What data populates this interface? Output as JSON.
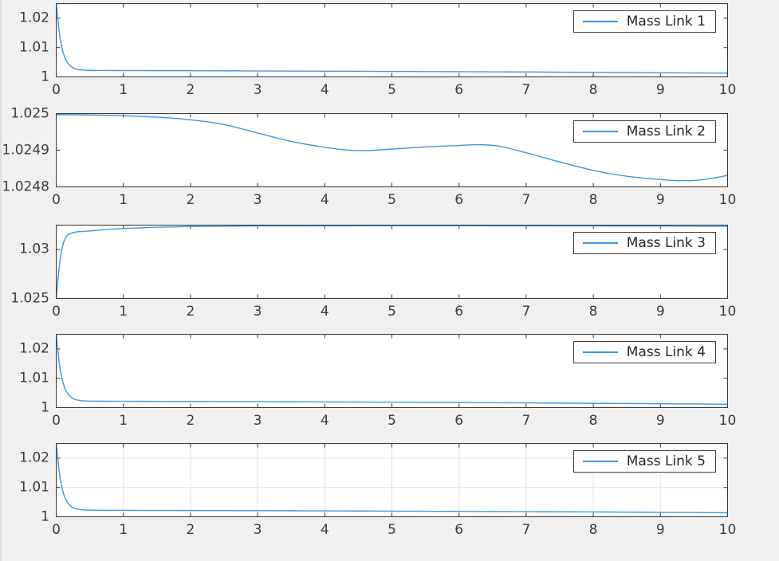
{
  "figure": {
    "background": "#f0f0f0",
    "plot_background": "#ffffff",
    "axis_color": "#3c3c3c",
    "grid_color": "#e2e2e2",
    "line_color": "#3e97e0",
    "tick_label_color": "#3c3c3c"
  },
  "chart_data": [
    {
      "type": "line",
      "legend": "Mass Link 1",
      "legend_position": "top-right",
      "grid": false,
      "xlim": [
        0,
        10
      ],
      "ylim": [
        1,
        1.025
      ],
      "xticks": [
        {
          "value": 0,
          "label": "0"
        },
        {
          "value": 1,
          "label": "1"
        },
        {
          "value": 2,
          "label": "2"
        },
        {
          "value": 3,
          "label": "3"
        },
        {
          "value": 4,
          "label": "4"
        },
        {
          "value": 5,
          "label": "5"
        },
        {
          "value": 6,
          "label": "6"
        },
        {
          "value": 7,
          "label": "7"
        },
        {
          "value": 8,
          "label": "8"
        },
        {
          "value": 9,
          "label": "9"
        },
        {
          "value": 10,
          "label": "10"
        }
      ],
      "yticks": [
        {
          "value": 1,
          "label": "1"
        },
        {
          "value": 1.01,
          "label": "1.01"
        },
        {
          "value": 1.02,
          "label": "1.02"
        }
      ],
      "series": {
        "x": [
          0,
          0.02,
          0.05,
          0.08,
          0.11,
          0.14,
          0.17,
          0.2,
          0.25,
          0.3,
          0.35,
          0.4,
          0.5,
          0.6,
          0.8,
          1,
          1.5,
          2,
          2.5,
          3,
          3.5,
          4,
          4.5,
          5,
          5.5,
          6,
          6.5,
          7,
          7.5,
          8,
          8.5,
          9,
          9.5,
          10
        ],
        "y": [
          1.025,
          1.0206,
          1.0144,
          1.0104,
          1.0078,
          1.006,
          1.0048,
          1.004,
          1.0031,
          1.00265,
          1.00245,
          1.00234,
          1.00224,
          1.0022,
          1.00218,
          1.00217,
          1.00214,
          1.00211,
          1.00207,
          1.00203,
          1.00199,
          1.00195,
          1.00191,
          1.00187,
          1.00182,
          1.00177,
          1.00172,
          1.00167,
          1.00161,
          1.00155,
          1.00148,
          1.00141,
          1.00134,
          1.00127
        ]
      }
    },
    {
      "type": "line",
      "legend": "Mass Link 2",
      "legend_position": "top-right",
      "grid": false,
      "xlim": [
        0,
        10
      ],
      "ylim": [
        1.0248,
        1.025
      ],
      "xticks": [
        {
          "value": 0,
          "label": "0"
        },
        {
          "value": 1,
          "label": "1"
        },
        {
          "value": 2,
          "label": "2"
        },
        {
          "value": 3,
          "label": "3"
        },
        {
          "value": 4,
          "label": "4"
        },
        {
          "value": 5,
          "label": "5"
        },
        {
          "value": 6,
          "label": "6"
        },
        {
          "value": 7,
          "label": "7"
        },
        {
          "value": 8,
          "label": "8"
        },
        {
          "value": 9,
          "label": "9"
        },
        {
          "value": 10,
          "label": "10"
        }
      ],
      "yticks": [
        {
          "value": 1.0248,
          "label": "1.0248"
        },
        {
          "value": 1.0249,
          "label": "1.0249"
        },
        {
          "value": 1.025,
          "label": "1.025"
        }
      ],
      "series": {
        "x": [
          0,
          0.5,
          1,
          1.5,
          2,
          2.5,
          3,
          3.5,
          4,
          4.3,
          4.6,
          5,
          5.5,
          6,
          6.3,
          6.6,
          7,
          7.5,
          8,
          8.5,
          9,
          9.3,
          9.6,
          10
        ],
        "y": [
          1.024997,
          1.024996,
          1.024994,
          1.02499,
          1.024983,
          1.02497,
          1.024947,
          1.024924,
          1.024908,
          1.024901,
          1.024899,
          1.024903,
          1.024909,
          1.024913,
          1.024915,
          1.024911,
          1.024893,
          1.024868,
          1.024845,
          1.024829,
          1.02482,
          1.024817,
          1.024819,
          1.024831
        ]
      }
    },
    {
      "type": "line",
      "legend": "Mass Link 3",
      "legend_position": "top-right",
      "grid": false,
      "xlim": [
        0,
        10
      ],
      "ylim": [
        1.025,
        1.0325
      ],
      "xticks": [
        {
          "value": 0,
          "label": "0"
        },
        {
          "value": 1,
          "label": "1"
        },
        {
          "value": 2,
          "label": "2"
        },
        {
          "value": 3,
          "label": "3"
        },
        {
          "value": 4,
          "label": "4"
        },
        {
          "value": 5,
          "label": "5"
        },
        {
          "value": 6,
          "label": "6"
        },
        {
          "value": 7,
          "label": "7"
        },
        {
          "value": 8,
          "label": "8"
        },
        {
          "value": 9,
          "label": "9"
        },
        {
          "value": 10,
          "label": "10"
        }
      ],
      "yticks": [
        {
          "value": 1.025,
          "label": "1.025"
        },
        {
          "value": 1.03,
          "label": "1.03"
        }
      ],
      "series": {
        "x": [
          0,
          0.05,
          0.1,
          0.15,
          0.2,
          0.3,
          0.4,
          0.5,
          0.75,
          1,
          1.5,
          2,
          2.5,
          3,
          4,
          5,
          6,
          7,
          8,
          9,
          10
        ],
        "y": [
          1.025,
          1.0285,
          1.0305,
          1.0313,
          1.0316,
          1.0318,
          1.03185,
          1.0319,
          1.03205,
          1.03215,
          1.03228,
          1.03235,
          1.03239,
          1.03241,
          1.03242,
          1.03243,
          1.03243,
          1.03242,
          1.03241,
          1.0324,
          1.03238
        ]
      }
    },
    {
      "type": "line",
      "legend": "Mass Link 4",
      "legend_position": "top-right",
      "grid": false,
      "xlim": [
        0,
        10
      ],
      "ylim": [
        1,
        1.025
      ],
      "xticks": [
        {
          "value": 0,
          "label": "0"
        },
        {
          "value": 1,
          "label": "1"
        },
        {
          "value": 2,
          "label": "2"
        },
        {
          "value": 3,
          "label": "3"
        },
        {
          "value": 4,
          "label": "4"
        },
        {
          "value": 5,
          "label": "5"
        },
        {
          "value": 6,
          "label": "6"
        },
        {
          "value": 7,
          "label": "7"
        },
        {
          "value": 8,
          "label": "8"
        },
        {
          "value": 9,
          "label": "9"
        },
        {
          "value": 10,
          "label": "10"
        }
      ],
      "yticks": [
        {
          "value": 1,
          "label": "1"
        },
        {
          "value": 1.01,
          "label": "1.01"
        },
        {
          "value": 1.02,
          "label": "1.02"
        }
      ],
      "series": {
        "x": [
          0,
          0.02,
          0.05,
          0.08,
          0.11,
          0.14,
          0.17,
          0.2,
          0.25,
          0.3,
          0.35,
          0.4,
          0.5,
          0.6,
          0.8,
          1,
          1.5,
          2,
          2.5,
          3,
          3.5,
          4,
          4.5,
          5,
          5.5,
          6,
          6.5,
          7,
          7.5,
          8,
          8.5,
          9,
          9.5,
          10
        ],
        "y": [
          1.025,
          1.0206,
          1.0144,
          1.0104,
          1.0078,
          1.006,
          1.0048,
          1.004,
          1.0031,
          1.00265,
          1.00245,
          1.00233,
          1.00223,
          1.00219,
          1.00217,
          1.00216,
          1.00213,
          1.0021,
          1.00206,
          1.00202,
          1.00197,
          1.00193,
          1.00189,
          1.00184,
          1.00179,
          1.00173,
          1.00167,
          1.0016,
          1.00153,
          1.00146,
          1.00139,
          1.00131,
          1.00123,
          1.00115
        ]
      }
    },
    {
      "type": "line",
      "legend": "Mass Link 5",
      "legend_position": "top-right",
      "grid": true,
      "xlim": [
        0,
        10
      ],
      "ylim": [
        1,
        1.025
      ],
      "xticks": [
        {
          "value": 0,
          "label": "0"
        },
        {
          "value": 1,
          "label": "1"
        },
        {
          "value": 2,
          "label": "2"
        },
        {
          "value": 3,
          "label": "3"
        },
        {
          "value": 4,
          "label": "4"
        },
        {
          "value": 5,
          "label": "5"
        },
        {
          "value": 6,
          "label": "6"
        },
        {
          "value": 7,
          "label": "7"
        },
        {
          "value": 8,
          "label": "8"
        },
        {
          "value": 9,
          "label": "9"
        },
        {
          "value": 10,
          "label": "10"
        }
      ],
      "yticks": [
        {
          "value": 1,
          "label": "1"
        },
        {
          "value": 1.01,
          "label": "1.01"
        },
        {
          "value": 1.02,
          "label": "1.02"
        }
      ],
      "series": {
        "x": [
          0,
          0.02,
          0.05,
          0.08,
          0.11,
          0.14,
          0.17,
          0.2,
          0.25,
          0.3,
          0.35,
          0.4,
          0.5,
          0.6,
          0.8,
          1,
          1.5,
          2,
          2.5,
          3,
          3.5,
          4,
          4.5,
          5,
          5.5,
          6,
          6.5,
          7,
          7.5,
          8,
          8.5,
          9,
          9.5,
          10
        ],
        "y": [
          1.025,
          1.0206,
          1.0144,
          1.0104,
          1.0078,
          1.006,
          1.0048,
          1.004,
          1.0031,
          1.00265,
          1.00246,
          1.00235,
          1.00226,
          1.00222,
          1.0022,
          1.00219,
          1.00216,
          1.00214,
          1.00211,
          1.00208,
          1.00204,
          1.00201,
          1.00197,
          1.00193,
          1.00189,
          1.00184,
          1.0018,
          1.00175,
          1.0017,
          1.00164,
          1.00158,
          1.00152,
          1.00145,
          1.00138
        ]
      }
    }
  ]
}
